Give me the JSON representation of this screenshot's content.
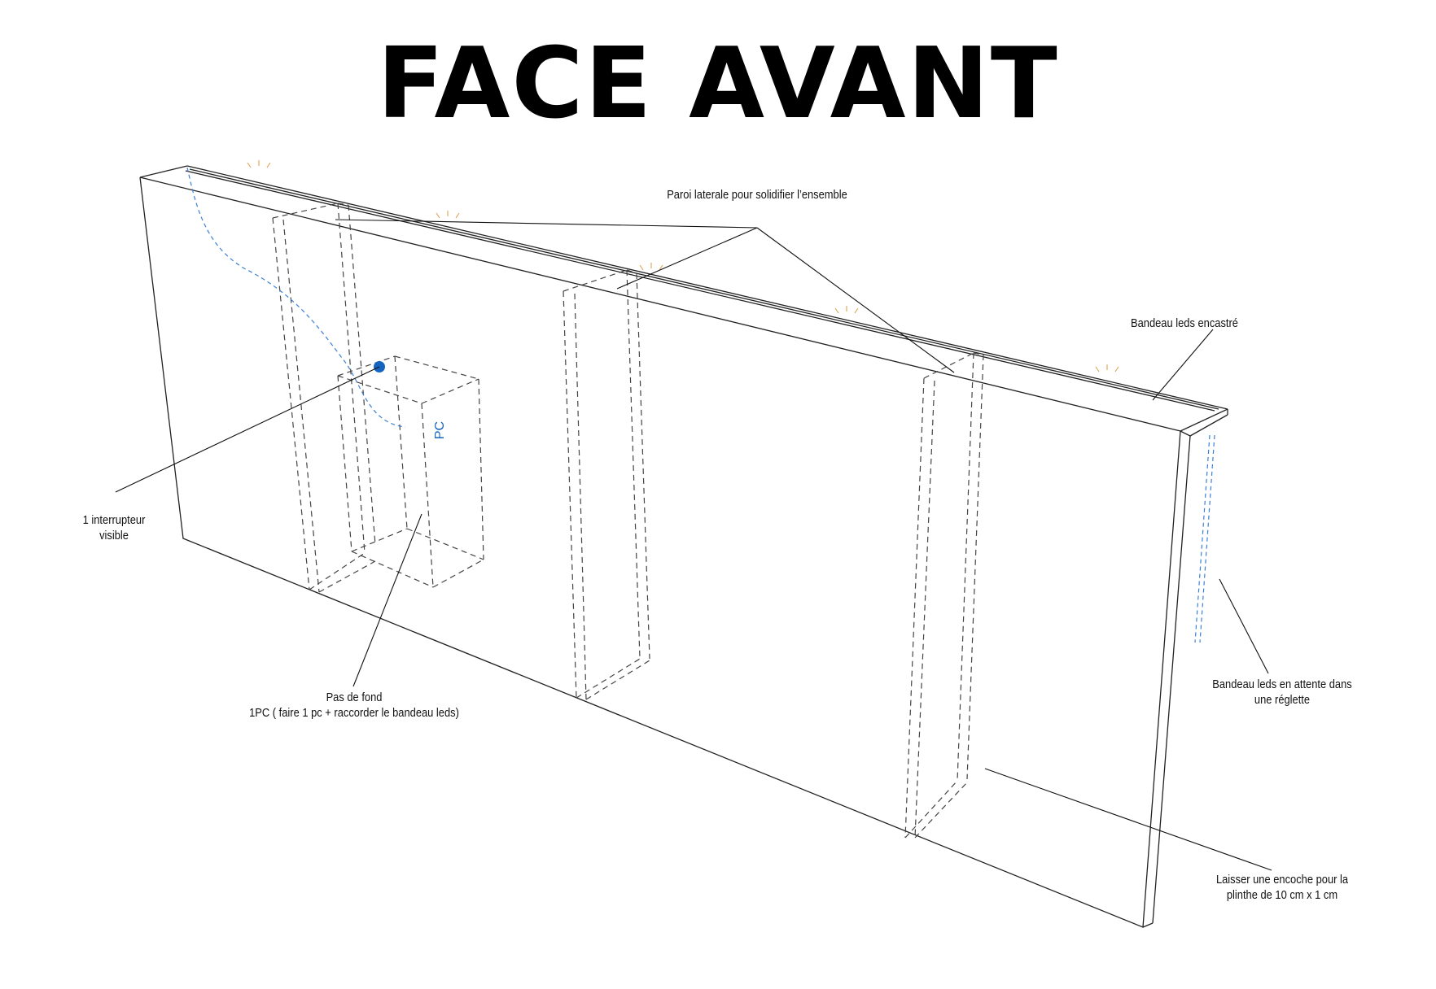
{
  "title": "FACE AVANT",
  "annotations": {
    "paroi": "Paroi laterale pour solidifier l’ensemble",
    "bandeau_encastre": "Bandeau leds encastré",
    "interrupteur_line1": "1 interrupteur",
    "interrupteur_line2": "visible",
    "pas_de_fond_line1": "Pas de fond",
    "pas_de_fond_line2": "1PC ( faire 1 pc + raccorder le bandeau leds)",
    "bandeau_attente_line1": "Bandeau leds en attente dans",
    "bandeau_attente_line2": "une réglette",
    "encoche_line1": "Laisser une encoche pour la",
    "encoche_line2": "plinthe  de 10 cm x 1 cm",
    "pc_label": "PC"
  },
  "colors": {
    "wire": "#3b7fd6",
    "switch_dot": "#1565c0",
    "led_glow": "#e0a050",
    "lines": "#222222"
  }
}
